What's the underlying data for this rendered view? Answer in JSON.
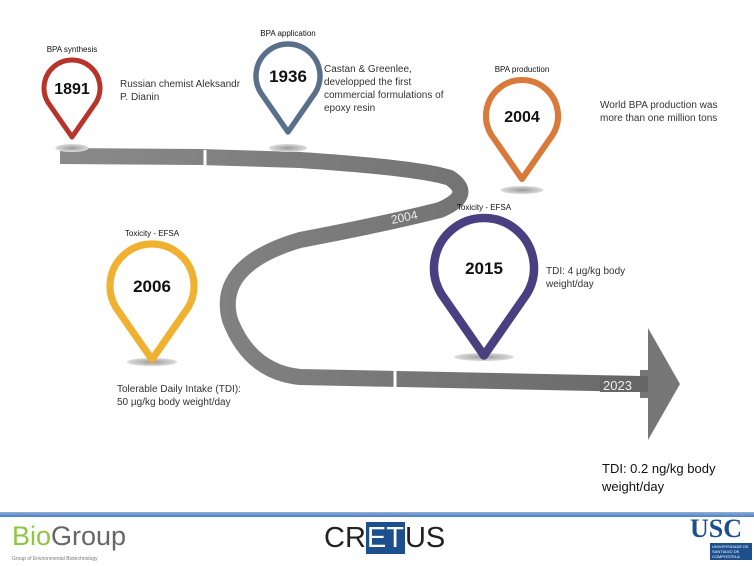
{
  "milestones": [
    {
      "label": "BPA synthesis",
      "year": "1891",
      "note": [
        "Russian chemist Aleksandr",
        "P. Dianin"
      ],
      "color": "#b8342a"
    },
    {
      "label": "BPA application",
      "year": "1936",
      "note": [
        "Castan & Greenlee,",
        "developped the first",
        "commercial formulations of",
        "epoxy resin"
      ],
      "color": "#5a6f8a"
    },
    {
      "label": "BPA production",
      "year": "2004",
      "note": [
        "World BPA production was",
        "more than one million tons"
      ],
      "color": "#d9793a"
    },
    {
      "label": "Toxicity - EFSA",
      "year": "2006",
      "note": [
        "Tolerable Daily Intake (TDI):",
        "50 µg/kg body weight/day"
      ],
      "color": "#f0b030"
    },
    {
      "label": "Toxicity - EFSA",
      "year": "2015",
      "note": [
        "TDI: 4 µg/kg body",
        "weight/day"
      ],
      "color": "#4a3f80"
    }
  ],
  "road": {
    "mid_label": "2004",
    "end_label": "2023"
  },
  "final_note": [
    "TDI: 0.2 ng/kg body",
    "weight/day"
  ],
  "footer": {
    "biogroup": {
      "bio": "Bio",
      "group": "Group",
      "subtitle": "Group of Environmental Biotechnology"
    },
    "cretus": {
      "cr": "CR",
      "et": "ET",
      "us": "US"
    },
    "usc": {
      "name": "USC",
      "subtitle": "UNIVERSIDADE DE SANTIAGO DE COMPOSTELA"
    }
  }
}
